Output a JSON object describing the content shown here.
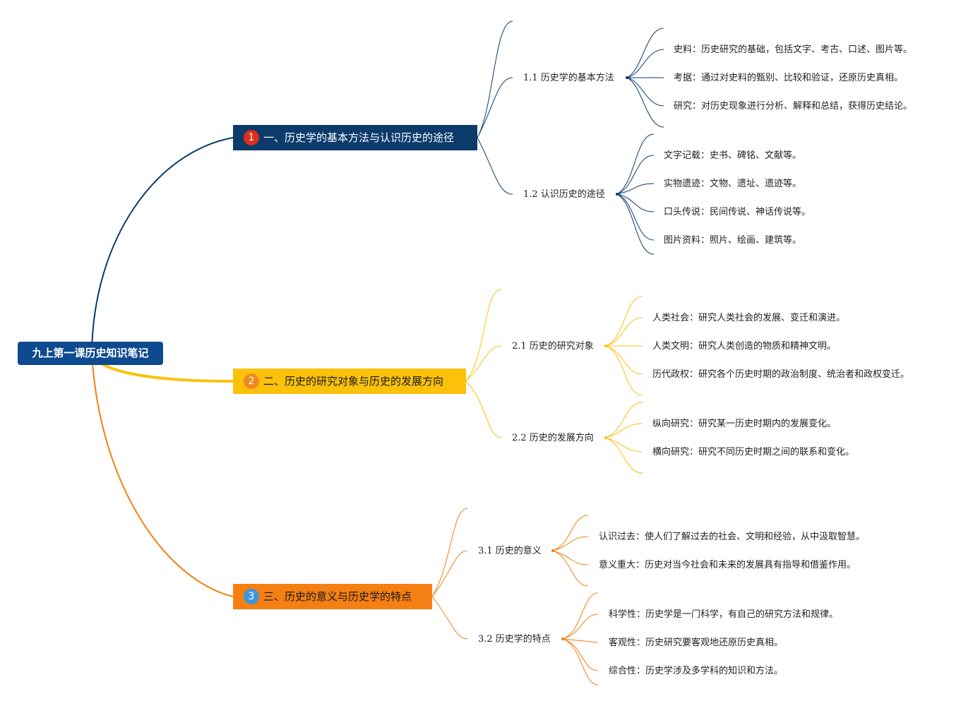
{
  "root": {
    "title": "九上第一课历史知识笔记"
  },
  "branches": [
    {
      "num": "1",
      "title": "一、历史学的基本方法与认识历史的途径",
      "color": "#0b3b6b",
      "subs": [
        {
          "title": "1.1 历史学的基本方法",
          "leaves": [
            {
              "k": "史料",
              "v": "历史研究的基础，包括文字、考古、口述、图片等。"
            },
            {
              "k": "考据",
              "v": "通过对史料的甄别、比较和验证，还原历史真相。"
            },
            {
              "k": "研究",
              "v": "对历史现象进行分析、解释和总结，获得历史结论。"
            }
          ]
        },
        {
          "title": "1.2 认识历史的途径",
          "leaves": [
            {
              "k": "文字记载",
              "v": "史书、碑铭、文献等。"
            },
            {
              "k": "实物遗迹",
              "v": "文物、遗址、遗迹等。"
            },
            {
              "k": "口头传说",
              "v": "民间传说、神话传说等。"
            },
            {
              "k": "图片资料",
              "v": "照片、绘画、建筑等。"
            }
          ]
        }
      ]
    },
    {
      "num": "2",
      "title": "二、历史的研究对象与历史的发展方向",
      "color": "#fbc10b",
      "subs": [
        {
          "title": "2.1 历史的研究对象",
          "leaves": [
            {
              "k": "人类社会",
              "v": "研究人类社会的发展、变迁和演进。"
            },
            {
              "k": "人类文明",
              "v": "研究人类创造的物质和精神文明。"
            },
            {
              "k": "历代政权",
              "v": "研究各个历史时期的政治制度、统治者和政权变迁。"
            }
          ]
        },
        {
          "title": "2.2 历史的发展方向",
          "leaves": [
            {
              "k": "纵向研究",
              "v": "研究某一历史时期内的发展变化。"
            },
            {
              "k": "横向研究",
              "v": "研究不同历史时期之间的联系和变化。"
            }
          ]
        }
      ]
    },
    {
      "num": "3",
      "title": "三、历史的意义与历史学的特点",
      "color": "#f47f13",
      "subs": [
        {
          "title": "3.1 历史的意义",
          "leaves": [
            {
              "k": "认识过去",
              "v": "使人们了解过去的社会、文明和经验，从中汲取智慧。"
            },
            {
              "k": "意义重大",
              "v": "历史对当今社会和未来的发展具有指导和借鉴作用。"
            }
          ]
        },
        {
          "title": "3.2 历史学的特点",
          "leaves": [
            {
              "k": "科学性",
              "v": "历史学是一门科学，有自己的研究方法和规律。"
            },
            {
              "k": "客观性",
              "v": "历史研究要客观地还原历史真相。"
            },
            {
              "k": "综合性",
              "v": "历史学涉及多学科的知识和方法。"
            }
          ]
        }
      ]
    }
  ],
  "sep": "："
}
